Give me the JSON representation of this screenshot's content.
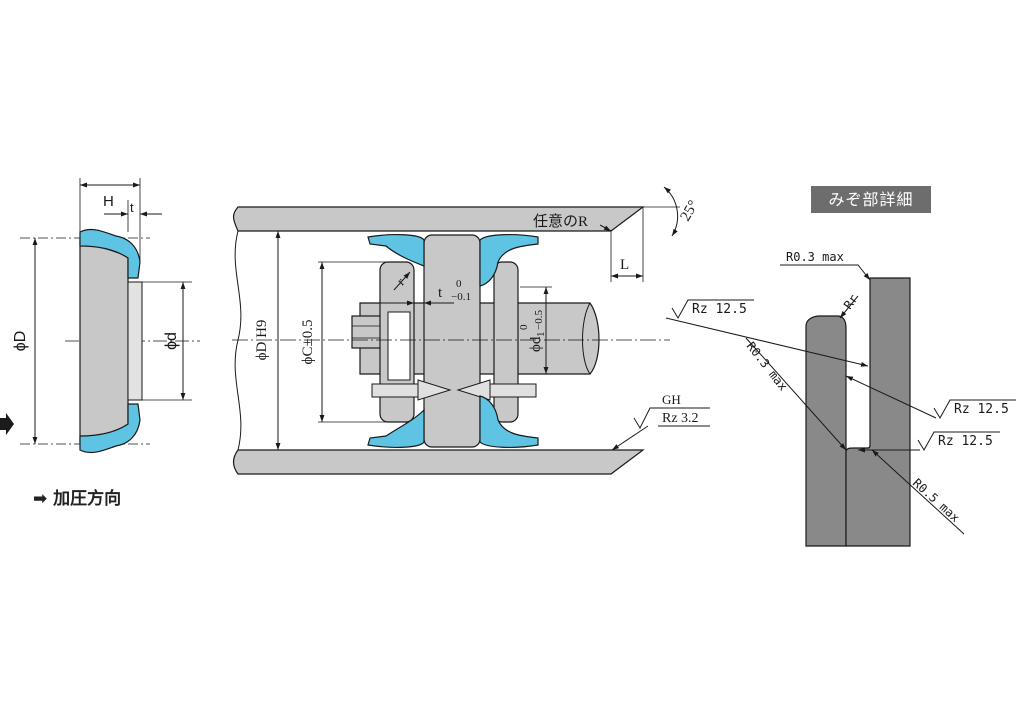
{
  "colors": {
    "seal": "#5fc3e4",
    "metal": "#c8c8c8",
    "groove": "#898989",
    "line": "#1a1a1a",
    "badge": "#6d6d6d"
  },
  "icons": {
    "pressure": "arrow-right-icon"
  },
  "legend": {
    "pressure_direction": "加圧方向"
  },
  "detail": {
    "title": "みぞ部詳細",
    "r03_top": "R0.3 max",
    "rr": "Rr",
    "rz_left": "Rz 12.5",
    "r03_diag": "R0.3 max",
    "rz_right1": "Rz 12.5",
    "rz_right2": "Rz 12.5",
    "r05": "R0.5 max"
  },
  "seal_section": {
    "h": "H",
    "t": "t",
    "phi_d_outer": "ϕD",
    "phi_d_inner": "ϕd"
  },
  "assembly": {
    "any_r": "任意のR",
    "angle": "25°",
    "l": "L",
    "phi_d_h9": "ϕD H9",
    "phi_c": "ϕC±0.5",
    "r": "r",
    "t": "t",
    "t_upper": "0",
    "t_lower": "−0.1",
    "phi_d1": "ϕd",
    "phi_d1_sub": "1",
    "d1_upper": "0",
    "d1_lower": "−0.5",
    "gh": "GH",
    "rz": "Rz 3.2"
  }
}
